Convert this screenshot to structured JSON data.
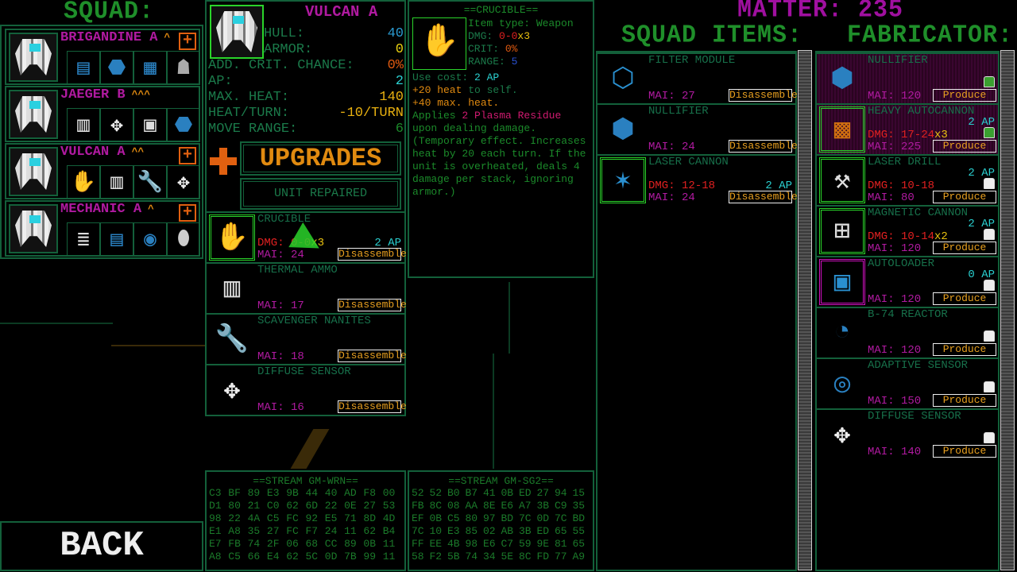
{
  "headers": {
    "squad": "SQUAD:",
    "squad_items": "SQUAD ITEMS:",
    "fabricator": "FABRICATOR:",
    "matter": "MATTER: 235"
  },
  "squad": [
    {
      "name": "BRIGANDINE A",
      "rank": "^",
      "upgrade": true,
      "slots": [
        "armor-plate-icon",
        "shield-icon",
        "cooling-fins-icon",
        "helmet-icon"
      ]
    },
    {
      "name": "JAEGER B",
      "rank": "^^^",
      "upgrade": false,
      "slots": [
        "thermal-ammo-icon",
        "diffuse-sensor-icon",
        "processor-chip-icon",
        "shield-icon"
      ]
    },
    {
      "name": "VULCAN A",
      "rank": "^^",
      "upgrade": true,
      "slots": [
        "crucible-icon",
        "thermal-ammo-icon",
        "scavenger-nanites-icon",
        "diffuse-sensor-icon"
      ]
    },
    {
      "name": "MECHANIC A",
      "rank": "^",
      "upgrade": true,
      "slots": [
        "drill-arm-icon",
        "monitor-console-icon",
        "vortex-icon",
        "boulder-icon"
      ]
    }
  ],
  "unit": {
    "name": "VULCAN A",
    "stats": [
      {
        "label": "HULL:",
        "value": "40",
        "color": "#2a9ad0"
      },
      {
        "label": "ARMOR:",
        "value": "0",
        "color": "#e8d010"
      },
      {
        "label": "ADD. CRIT. CHANCE:",
        "value": "0%",
        "color": "#e05a10"
      },
      {
        "label": "AP:",
        "value": "2",
        "color": "#2ad0d0"
      },
      {
        "label": "MAX. HEAT:",
        "value": "140",
        "color": "#e8b010"
      },
      {
        "label": "HEAT/TURN:",
        "value": "-10/TURN",
        "color": "#e8b010"
      },
      {
        "label": "MOVE RANGE:",
        "value": "6",
        "color": "#1b8a2a"
      }
    ],
    "upgrades_label": "UPGRADES",
    "repaired_label": "UNIT REPAIRED",
    "items": [
      {
        "name": "CRUCIBLE",
        "dmg": "DMG: 0-0",
        "mult": "x3",
        "mai": "MAI: 24",
        "ap": "2 AP",
        "action": "Disassemble",
        "icon": "crucible-icon",
        "selected": true
      },
      {
        "name": "THERMAL AMMO",
        "mai": "MAI: 17",
        "action": "Disassemble",
        "icon": "thermal-ammo-icon"
      },
      {
        "name": "SCAVENGER NANITES",
        "mai": "MAI: 18",
        "action": "Disassemble",
        "icon": "scavenger-nanites-icon"
      },
      {
        "name": "DIFFUSE SENSOR",
        "mai": "MAI: 16",
        "action": "Disassemble",
        "icon": "diffuse-sensor-icon"
      }
    ]
  },
  "detail": {
    "title": "==CRUCIBLE==",
    "item_type": "Item type: Weapon",
    "dmg_label": "DMG: ",
    "dmg": "0-0",
    "dmg_mult": "x3",
    "crit_label": "CRIT: ",
    "crit": "0%",
    "range_label": "RANGE: ",
    "range": "5",
    "use_cost_label": "Use cost: ",
    "use_cost": "2 AP",
    "heat_self_value": "+20 heat",
    "heat_self_rest": " to self.",
    "max_heat_value": "+40 max. heat",
    "max_heat_rest": ".",
    "applies_label": "Applies ",
    "applies_effect": "2 Plasma Residue",
    "description": [
      "upon dealing damage.",
      "(Temporary effect. Increases",
      "heat by 20 each turn. If the",
      "unit is overheated, deals 4",
      "damage per stack, ignoring",
      "armor.)"
    ]
  },
  "squad_items": [
    {
      "name": "FILTER MODULE",
      "mai": "MAI: 27",
      "action": "Disassemble",
      "icon": "filter-module-icon"
    },
    {
      "name": "NULLIFIER",
      "mai": "MAI: 24",
      "action": "Disassemble",
      "icon": "nullifier-icon"
    },
    {
      "name": "LASER CANNON",
      "dmg": "DMG: 12-18",
      "mai": "MAI: 24",
      "ap": "2 AP",
      "action": "Disassemble",
      "icon": "laser-cannon-icon",
      "selected": true
    }
  ],
  "fabricator": [
    {
      "name": "NULLIFIER",
      "mai": "MAI: 120",
      "action": "Produce",
      "icon": "nullifier-icon",
      "locked": true,
      "unlocked_green": true,
      "highlight": true
    },
    {
      "name": "HEAVY AUTOCANNON",
      "dmg": "DMG: 17-24",
      "mult": "x3",
      "mai": "MAI: 225",
      "ap": "2 AP",
      "action": "Produce",
      "icon": "heavy-autocannon-icon",
      "unlocked_green": true,
      "highlight": true,
      "selected": true
    },
    {
      "name": "LASER DRILL",
      "dmg": "DMG: 10-18",
      "mai": "MAI: 80",
      "ap": "2 AP",
      "action": "Produce",
      "icon": "laser-drill-icon",
      "selected": true
    },
    {
      "name": "MAGNETIC CANNON",
      "dmg": "DMG: 10-14",
      "mult": "x2",
      "mai": "MAI: 120",
      "ap": "2 AP",
      "action": "Produce",
      "icon": "magnetic-cannon-icon",
      "selected": true
    },
    {
      "name": "AUTOLOADER",
      "mai": "MAI: 120",
      "ap": "0 AP",
      "action": "Produce",
      "icon": "autoloader-icon",
      "selected_purple": true
    },
    {
      "name": "B-74 REACTOR",
      "mai": "MAI: 120",
      "action": "Produce",
      "icon": "reactor-icon"
    },
    {
      "name": "ADAPTIVE SENSOR",
      "mai": "MAI: 150",
      "action": "Produce",
      "icon": "adaptive-sensor-icon"
    },
    {
      "name": "DIFFUSE SENSOR",
      "mai": "MAI: 140",
      "action": "Produce",
      "icon": "diffuse-sensor-icon"
    }
  ],
  "streams": [
    {
      "title": "==STREAM GM-WRN==",
      "rows": [
        [
          "C3",
          "BF",
          "89",
          "E3",
          "9B",
          "44",
          "40",
          "AD",
          "F8",
          "00"
        ],
        [
          "D1",
          "80",
          "21",
          "C0",
          "62",
          "6D",
          "22",
          "0E",
          "27",
          "53"
        ],
        [
          "98",
          "22",
          "4A",
          "C5",
          "FC",
          "92",
          "E5",
          "71",
          "8D",
          "4D"
        ],
        [
          "E1",
          "A8",
          "35",
          "27",
          "FC",
          "F7",
          "24",
          "11",
          "62",
          "B4"
        ],
        [
          "E7",
          "FB",
          "74",
          "2F",
          "06",
          "68",
          "CC",
          "89",
          "0B",
          "11"
        ],
        [
          "A8",
          "C5",
          "66",
          "E4",
          "62",
          "5C",
          "0D",
          "7B",
          "99",
          "11"
        ]
      ]
    },
    {
      "title": "==STREAM GM-SG2==",
      "rows": [
        [
          "52",
          "52",
          "B0",
          "B7",
          "41",
          "0B",
          "ED",
          "27",
          "94",
          "15"
        ],
        [
          "FB",
          "8C",
          "08",
          "AA",
          "8E",
          "E6",
          "A7",
          "3B",
          "C9",
          "35"
        ],
        [
          "EF",
          "0B",
          "C5",
          "80",
          "97",
          "BD",
          "7C",
          "0D",
          "7C",
          "BD"
        ],
        [
          "7C",
          "10",
          "E3",
          "85",
          "02",
          "AB",
          "3B",
          "ED",
          "65",
          "55"
        ],
        [
          "FF",
          "EE",
          "4B",
          "98",
          "E6",
          "C7",
          "59",
          "9E",
          "81",
          "65"
        ],
        [
          "58",
          "F2",
          "5B",
          "74",
          "34",
          "5E",
          "8C",
          "FD",
          "77",
          "A9"
        ]
      ]
    }
  ],
  "back_label": "BACK",
  "colors": {
    "border": "#13603a",
    "title_green": "#1f8f2a",
    "magenta": "#b01aa0",
    "orange": "#e08a10",
    "cyan": "#2ad0d0",
    "red": "#e02020"
  }
}
